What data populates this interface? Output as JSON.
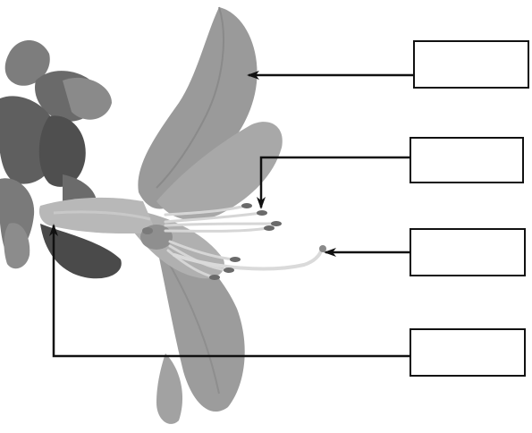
{
  "diagram": {
    "subject_icon": "flower-photo",
    "callouts": [
      {
        "id": "box-1",
        "part": "petal",
        "label": ""
      },
      {
        "id": "box-2",
        "part": "anther",
        "label": ""
      },
      {
        "id": "box-3",
        "part": "stigma",
        "label": ""
      },
      {
        "id": "box-4",
        "part": "ovary",
        "label": ""
      }
    ]
  },
  "colors": {
    "line": "#111111",
    "flower_petal": "#9a9a9a",
    "flower_shadow": "#6e6e6e",
    "leaf_dark": "#4a4a4a",
    "background": "#ffffff"
  }
}
